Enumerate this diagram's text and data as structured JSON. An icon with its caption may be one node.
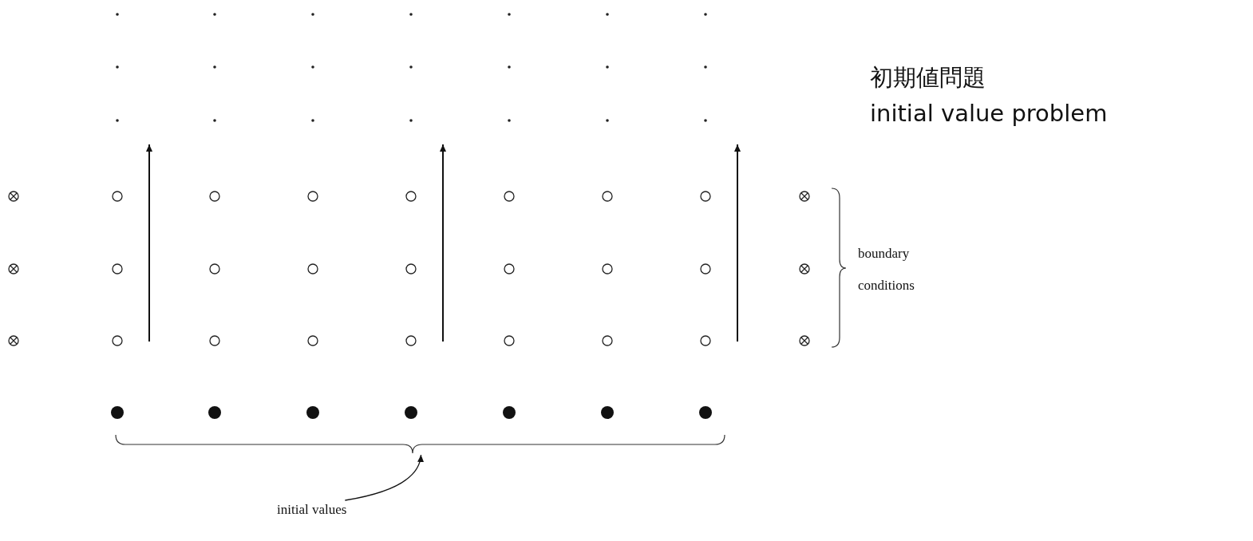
{
  "diagram": {
    "nodes": [
      {
        "text": [
          "initial values"
        ]
      },
      {
        "text": [],
        "shape": "bracket"
      }
    ],
    "edges": [
      {
        "from": 0,
        "to": 1,
        "arrow": "to"
      }
    ],
    "labels": [
      "初期値問題",
      "initial value problem",
      "boundary conditions"
    ]
  }
}
